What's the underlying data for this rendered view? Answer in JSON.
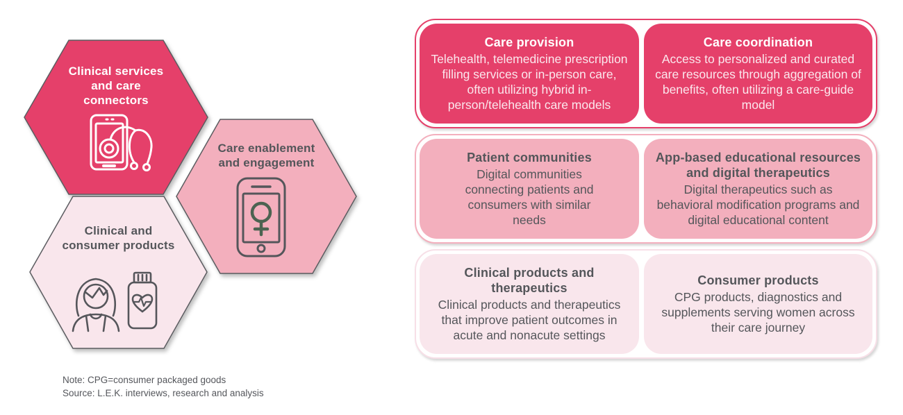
{
  "colors": {
    "dark_pink": "#E5406A",
    "medium_pink": "#F3AFBD",
    "light_pink": "#F9E6EC",
    "text_dark_gray": "#54565A",
    "female_symbol_green": "#4C6351",
    "hexagon_border_gray": "#5B5C60",
    "row1_body_text": "#FBE7ED",
    "white": "#FFFFFF"
  },
  "hexagons": [
    {
      "label": "Clinical services\nand care\nconnectors",
      "icon": "tablet-stethoscope-icon"
    },
    {
      "label": "Care enablement\nand engagement",
      "icon": "phone-female-symbol-icon"
    },
    {
      "label": "Clinical and\nconsumer products",
      "icon": "woman-and-pill-bottle-icon"
    }
  ],
  "rows": [
    {
      "theme": "dark-pink",
      "cards": [
        {
          "title": "Care provision",
          "body": "Telehealth, telemedicine prescription filling services or in-person care, often utilizing hybrid in-person/telehealth care models"
        },
        {
          "title": "Care coordination",
          "body": "Access to personalized and curated care resources through aggregation of benefits, often utilizing a care-guide model"
        }
      ]
    },
    {
      "theme": "medium-pink",
      "cards": [
        {
          "title": "Patient communities",
          "body": "Digital communities connecting patients and consumers with similar needs"
        },
        {
          "title": "App-based educational resources and digital therapeutics",
          "body": "Digital therapeutics such as behavioral modification programs and digital educational content"
        }
      ]
    },
    {
      "theme": "light-pink",
      "cards": [
        {
          "title": "Clinical products and therapeutics",
          "body": "Clinical products and therapeutics that improve patient outcomes in acute and nonacute settings"
        },
        {
          "title": "Consumer products",
          "body": "CPG products, diagnostics and supplements serving women across their care journey"
        }
      ]
    }
  ],
  "notes": {
    "line1": "Note: CPG=consumer packaged goods",
    "line2": "Source: L.E.K. interviews, research and analysis"
  }
}
